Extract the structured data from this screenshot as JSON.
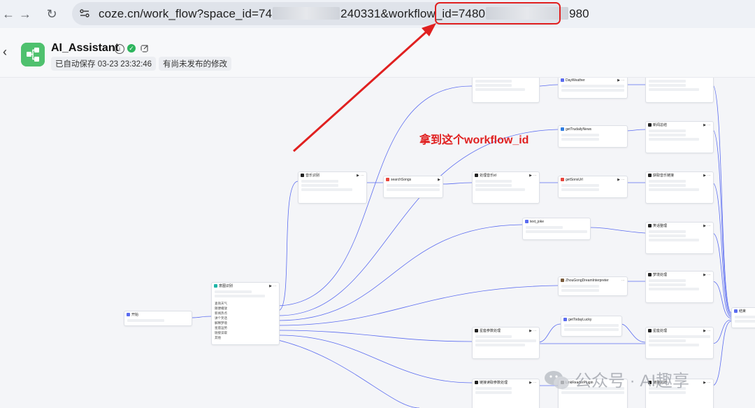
{
  "browser": {
    "url_prefix": "coze.cn/work_flow?space_id=74",
    "url_mid": "240331&workflow_id=7480",
    "url_suffix": "980"
  },
  "app": {
    "title": "AI_Assistant",
    "saved_status": "已自动保存 03-23 23:32:46",
    "unpublished": "有尚未发布的修改"
  },
  "annotation": "拿到这个workflow_id",
  "watermark": "公众号 · AI趣享",
  "colors": {
    "annotation": "#e02020",
    "edge": "#5b6cf0",
    "logo": "#4fc16e"
  },
  "nodes": [
    {
      "name": "开始",
      "icon": "start-icon"
    },
    {
      "name": "意图识别",
      "icon": "intent-icon"
    },
    {
      "name": "音乐识别",
      "icon": "llm-icon"
    },
    {
      "name": "searchSongs",
      "icon": "plugin-icon"
    },
    {
      "name": "处理音乐id",
      "icon": "code-icon"
    },
    {
      "name": "getSonsUrl",
      "icon": "plugin-icon"
    },
    {
      "name": "获取音乐链接",
      "icon": "code-icon"
    },
    {
      "name": "DayWeather",
      "icon": "plugin-icon"
    },
    {
      "name": "getTrudailyNews",
      "icon": "plugin-icon"
    },
    {
      "name": "新闻总结",
      "icon": "llm-icon"
    },
    {
      "name": "text_joke",
      "icon": "plugin-icon"
    },
    {
      "name": "笑话整理",
      "icon": "llm-icon"
    },
    {
      "name": "ZhouGongDreamInterpreter",
      "icon": "plugin-icon"
    },
    {
      "name": "梦境处理",
      "icon": "llm-icon"
    },
    {
      "name": "星座参数处理",
      "icon": "llm-icon"
    },
    {
      "name": "getTodayLucky",
      "icon": "plugin-icon"
    },
    {
      "name": "星座处理",
      "icon": "llm-icon"
    },
    {
      "name": "链接读取参数处理",
      "icon": "llm-icon"
    },
    {
      "name": "LinkReaderPlugin",
      "icon": "plugin-icon"
    },
    {
      "name": "链接总结",
      "icon": "llm-icon"
    },
    {
      "name": "结束",
      "icon": "end-icon"
    }
  ],
  "intent_options": [
    "查询天气",
    "随便播放",
    "新闻热点",
    "讲个笑话",
    "解释梦境",
    "星座运势",
    "链接读取",
    "其他"
  ]
}
